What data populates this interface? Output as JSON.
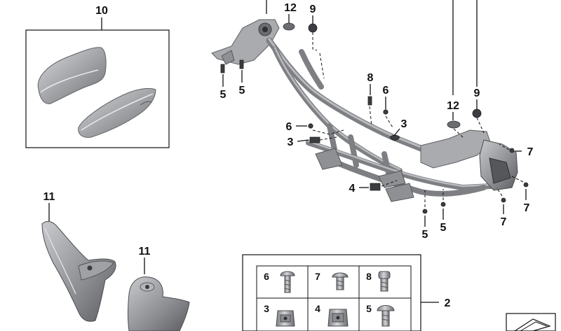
{
  "callouts": {
    "c10": "10",
    "c12a": "12",
    "c9a": "9",
    "c5a": "5",
    "c5b": "5",
    "c8": "8",
    "c6a": "6",
    "c6b": "6",
    "c3a": "3",
    "c3b": "3",
    "c12b": "12",
    "c9b": "9",
    "c7a": "7",
    "c7b": "7",
    "c7c": "7",
    "c4": "4",
    "c5c": "5",
    "c5d": "5",
    "c11a": "11",
    "c11b": "11",
    "c2": "2"
  },
  "kit": {
    "r1": [
      "6",
      "7",
      "8"
    ],
    "r2": [
      "3",
      "4",
      "5"
    ]
  }
}
